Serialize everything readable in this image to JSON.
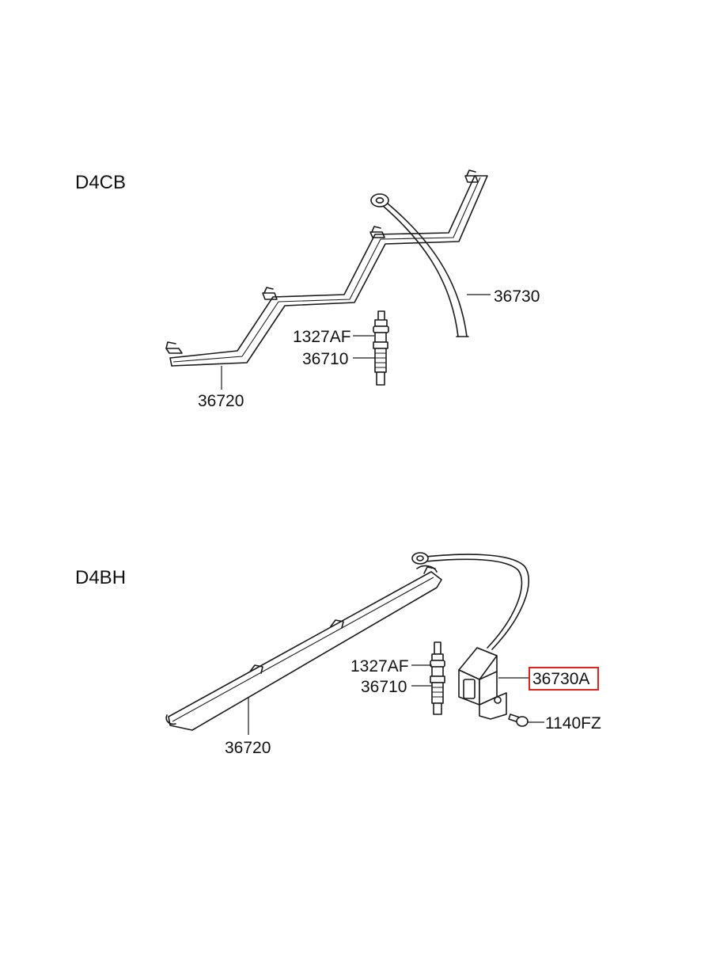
{
  "sections": {
    "top": {
      "title": "D4CB",
      "labels": {
        "cable": "36730",
        "nut": "1327AF",
        "glow_plug": "36710",
        "bus_bar": "36720"
      }
    },
    "bottom": {
      "title": "D4BH",
      "labels": {
        "nut": "1327AF",
        "glow_plug": "36710",
        "bus_bar": "36720",
        "cable_assy": "36730A",
        "bolt": "1140FZ"
      }
    }
  },
  "highlight": {
    "part": "36730A",
    "color": "#e0241b"
  }
}
